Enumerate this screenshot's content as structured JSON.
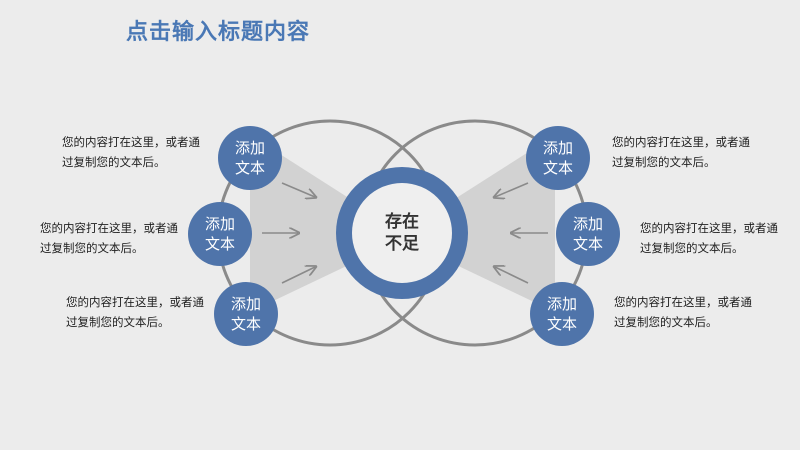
{
  "title": "点击输入标题内容",
  "center": {
    "label": "存在\n不足"
  },
  "left_nodes": [
    {
      "label": "添加\n文本",
      "text": "您的内容打在这里，或者通过复制您的文本后。"
    },
    {
      "label": "添加\n文本",
      "text": "您的内容打在这里，或者通过复制您的文本后。"
    },
    {
      "label": "添加\n文本",
      "text": "您的内容打在这里，或者通过复制您的文本后。"
    }
  ],
  "right_nodes": [
    {
      "label": "添加\n文本",
      "text": "您的内容打在这里，或者通过复制您的文本后。"
    },
    {
      "label": "添加\n文本",
      "text": "您的内容打在这里，或者通过复制您的文本后。"
    },
    {
      "label": "添加\n文本",
      "text": "您的内容打在这里，或者通过复制您的文本后。"
    }
  ],
  "colors": {
    "accent": "#4f74aa",
    "title": "#4a78b5",
    "ring": "#8a8a8a",
    "cone": "#d2d2d2",
    "background": "#ececec"
  }
}
